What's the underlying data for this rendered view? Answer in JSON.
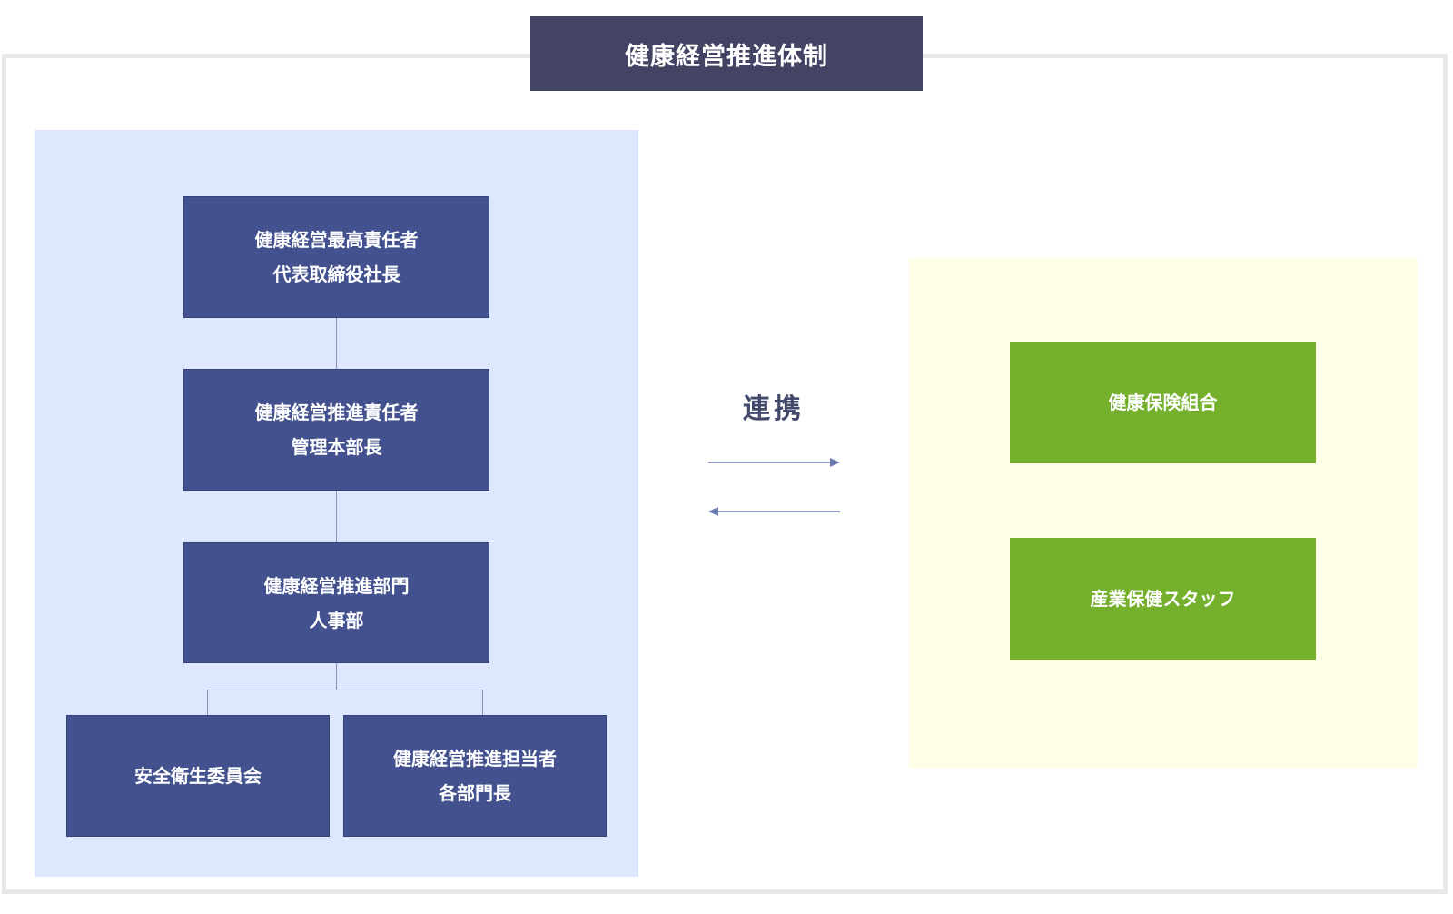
{
  "title": "健康経営推進体制",
  "left_org": {
    "ceo": {
      "line1": "健康経営最高責任者",
      "line2": "代表取締役社長"
    },
    "manager": {
      "line1": "健康経営推進責任者",
      "line2": "管理本部長"
    },
    "dept": {
      "line1": "健康経営推進部門",
      "line2": "人事部"
    },
    "committee": {
      "line1": "安全衛生委員会"
    },
    "promoters": {
      "line1": "健康経営推進担当者",
      "line2": "各部門長"
    }
  },
  "link_label": "連携",
  "right_org": {
    "insurance": {
      "line1": "健康保険組合"
    },
    "staff": {
      "line1": "産業保健スタッフ"
    }
  },
  "colors": {
    "title_bg": "#434363",
    "node_blue": "#43528f",
    "node_green": "#74b02c",
    "left_panel": "#dde7fe",
    "right_panel": "#fefee6"
  }
}
